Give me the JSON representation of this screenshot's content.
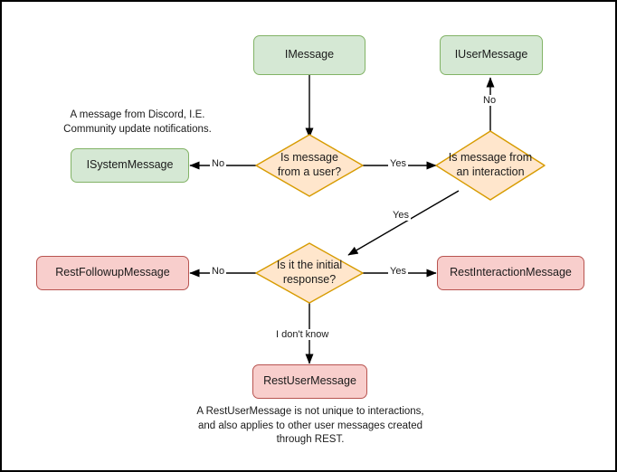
{
  "diagram": {
    "title": "Discord message type decision flowchart",
    "colors": {
      "green_fill": "#d5e8d4",
      "green_stroke": "#82b366",
      "pink_fill": "#f8cecc",
      "pink_stroke": "#b85450",
      "diamond_fill": "#ffe6cc",
      "diamond_stroke": "#d79b00",
      "edge_stroke": "#000000",
      "frame_stroke": "#000000"
    },
    "nodes": {
      "imessage": "IMessage",
      "iusermessage": "IUserMessage",
      "isystemmessage": "ISystemMessage",
      "is_message_from_a_user": "Is message from a user?",
      "is_message_from_an_interaction": "Is message from an interaction",
      "is_it_the_initial_response": "Is it the initial response?",
      "restfollowupmessage": "RestFollowupMessage",
      "restinteractionmessage": "RestInteractionMessage",
      "restusermessage": "RestUserMessage"
    },
    "edge_labels": {
      "user_no": "No",
      "user_yes": "Yes",
      "interaction_no": "No",
      "interaction_yes": "Yes",
      "initial_no": "No",
      "initial_yes": "Yes",
      "initial_unknown": "I don't know"
    },
    "notes": {
      "system_message_note": "A message from Discord, I.E.\nCommunity update notifications.",
      "rest_user_message_note": "A RestUserMessage is not unique to interactions,\nand also applies to other user messages created\nthrough REST."
    }
  }
}
